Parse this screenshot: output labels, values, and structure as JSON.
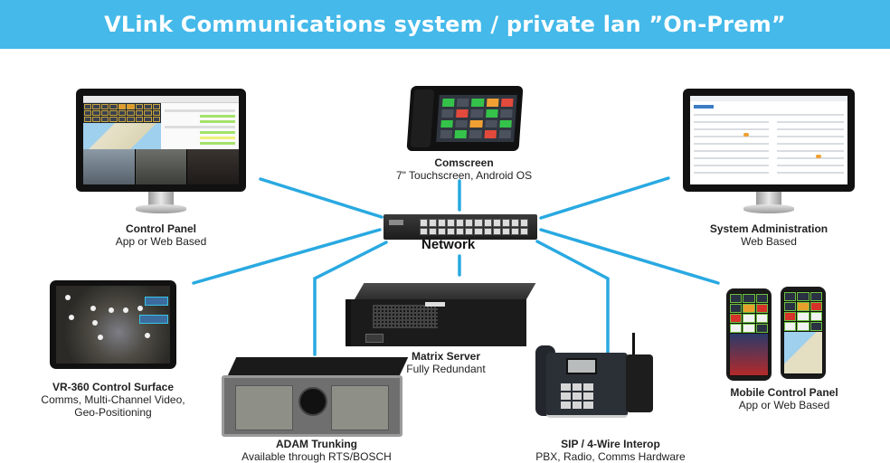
{
  "header": {
    "title": "VLink Communications system / private lan ”On-Prem”",
    "background_color": "#44b9ea"
  },
  "link_color": "#29a9e1",
  "hub": {
    "name": "Network",
    "icon": "network-switch-icon"
  },
  "nodes": {
    "control_panel": {
      "title": "Control Panel",
      "subtitle": [
        "App or Web Based"
      ],
      "icon": "desktop-monitor-icon"
    },
    "comscreen": {
      "title": "Comscreen",
      "subtitle": [
        "7\" Touchscreen, Android OS"
      ],
      "icon": "desk-touchscreen-phone-icon"
    },
    "system_admin": {
      "title": "System Administration",
      "subtitle": [
        "Web Based"
      ],
      "icon": "desktop-monitor-icon"
    },
    "vr360": {
      "title": "VR-360 Control Surface",
      "subtitle": [
        "Comms, Multi-Channel Video,",
        "Geo-Positioning"
      ],
      "icon": "tablet-icon"
    },
    "matrix_server": {
      "title": "Matrix Server",
      "subtitle": [
        "Fully Redundant"
      ],
      "icon": "rack-server-icon"
    },
    "adam": {
      "title": "ADAM Trunking",
      "subtitle": [
        "Available through RTS/BOSCH"
      ],
      "icon": "intercom-frame-icon"
    },
    "sip": {
      "title": "SIP / 4-Wire Interop",
      "subtitle": [
        "PBX, Radio, Comms Hardware"
      ],
      "icon": "ip-phone-radio-icon"
    },
    "mobile": {
      "title": "Mobile Control Panel",
      "subtitle": [
        "App or Web Based"
      ],
      "icon": "smartphone-icon"
    }
  }
}
